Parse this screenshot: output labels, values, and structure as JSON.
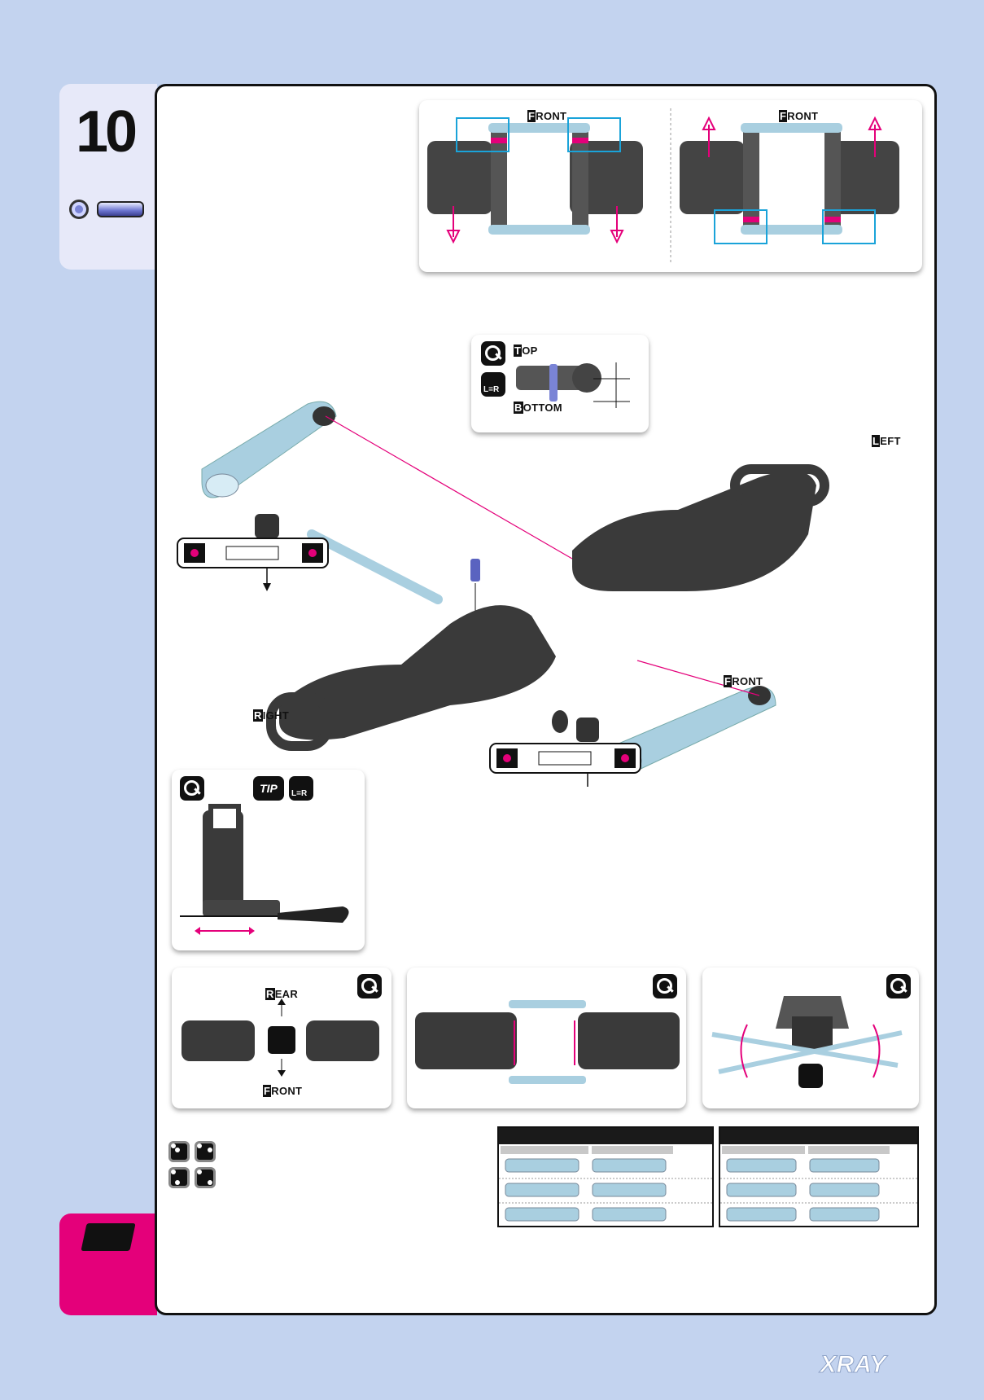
{
  "step": {
    "number": "10"
  },
  "labels": {
    "front": "FRONT",
    "top": "TOP",
    "bottom": "BOTTOM",
    "left": "LEFT",
    "right": "RIGHT",
    "rear": "REAR",
    "tip": "TIP",
    "lr": "L=R"
  },
  "brand": {
    "logo": "XRAY",
    "accent": "#e4007a",
    "highlight": "#1aa3d9",
    "background": "#c3d3ef"
  },
  "icons": [
    "magnifier-icon",
    "l-equals-r-icon",
    "tip-icon",
    "wrench-icon"
  ]
}
